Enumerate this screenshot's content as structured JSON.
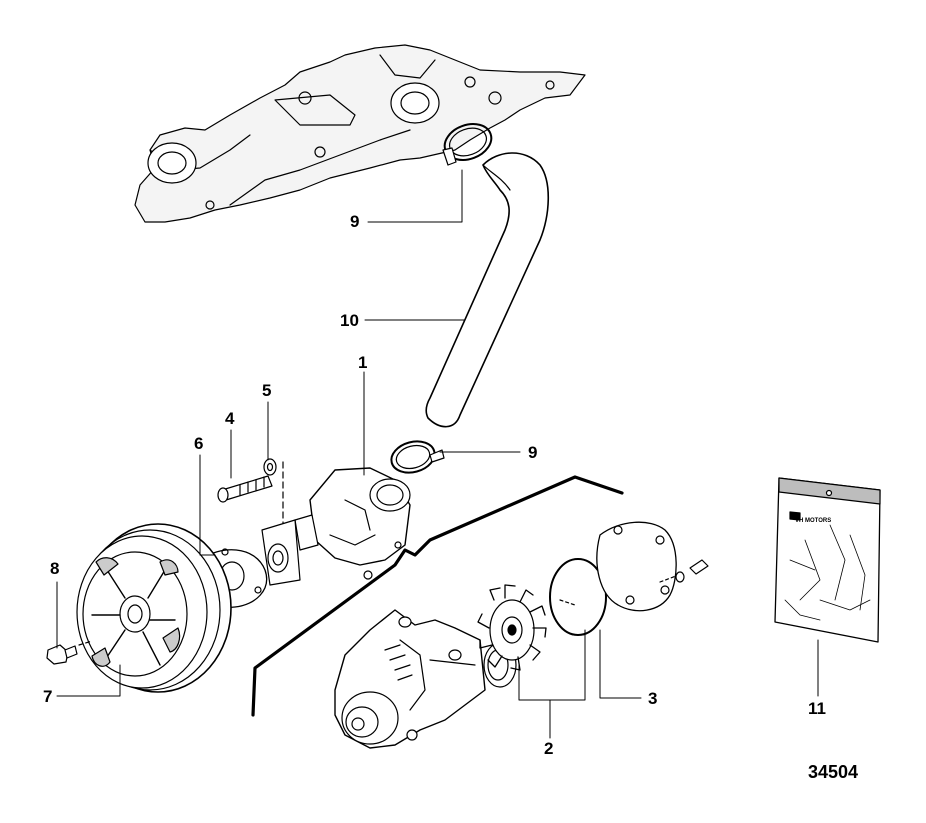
{
  "callouts": {
    "c1": "1",
    "c2": "2",
    "c3": "3",
    "c4": "4",
    "c5": "5",
    "c6": "6",
    "c7": "7",
    "c8": "8",
    "c9_top": "9",
    "c9_bottom": "9",
    "c10": "10",
    "c11": "11"
  },
  "figure_id": "34504",
  "bag_label": "VH MOTORS",
  "colors": {
    "line": "#000000",
    "fill_light": "#ffffff",
    "shade": "#bdbdbd"
  },
  "parts": [
    "water-pump-assembly",
    "impeller-kit",
    "gasket",
    "screw",
    "washer",
    "gasket-plate",
    "pulley",
    "bolt",
    "hose-clamp",
    "hose",
    "parts-bag"
  ]
}
